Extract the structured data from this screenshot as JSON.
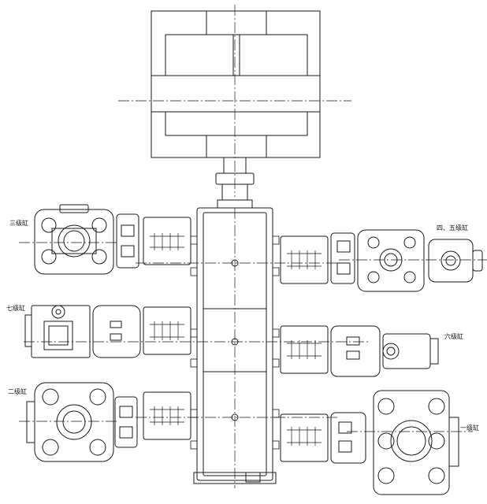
{
  "labels": {
    "stage3": "三级缸",
    "stage45": "四、五级缸",
    "stage7": "七级缸",
    "stage6": "六级缸",
    "stage2": "二级缸",
    "stage1": "一级缸"
  },
  "colors": {
    "line": "#1a1a1a",
    "background": "#ffffff"
  }
}
